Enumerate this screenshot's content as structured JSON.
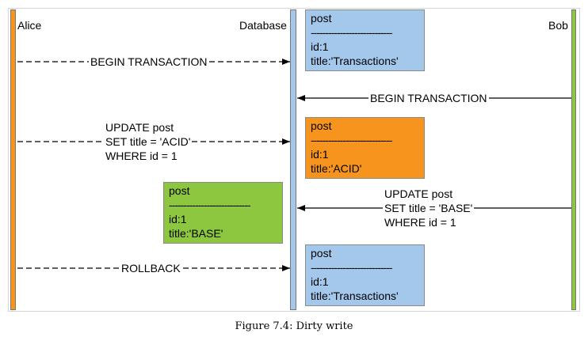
{
  "participants": {
    "alice": "Alice",
    "database": "Database",
    "bob": "Bob"
  },
  "messages": {
    "alice_begin": "BEGIN TRANSACTION",
    "bob_begin": "BEGIN TRANSACTION",
    "alice_update": [
      "UPDATE post",
      "SET title = 'ACID'",
      "WHERE id = 1"
    ],
    "bob_update": [
      "UPDATE post",
      "SET title = 'BASE'",
      "WHERE id = 1"
    ],
    "alice_rollback": "ROLLBACK"
  },
  "states": [
    {
      "table": "post",
      "separator": "----------------------------",
      "id": "id:1",
      "title": "title:'Transactions'"
    },
    {
      "table": "post",
      "separator": "----------------------------",
      "id": "id:1",
      "title": "title:'ACID'"
    },
    {
      "table": "post",
      "separator": "----------------------------",
      "id": "id:1",
      "title": "title:'BASE'"
    },
    {
      "table": "post",
      "separator": "----------------------------",
      "id": "id:1",
      "title": "title:'Transactions'"
    }
  ],
  "colors": {
    "alice": "#f7941d",
    "database": "#a3c8ec",
    "bob": "#8dc63f"
  },
  "caption": "Figure 7.4: Dirty write"
}
